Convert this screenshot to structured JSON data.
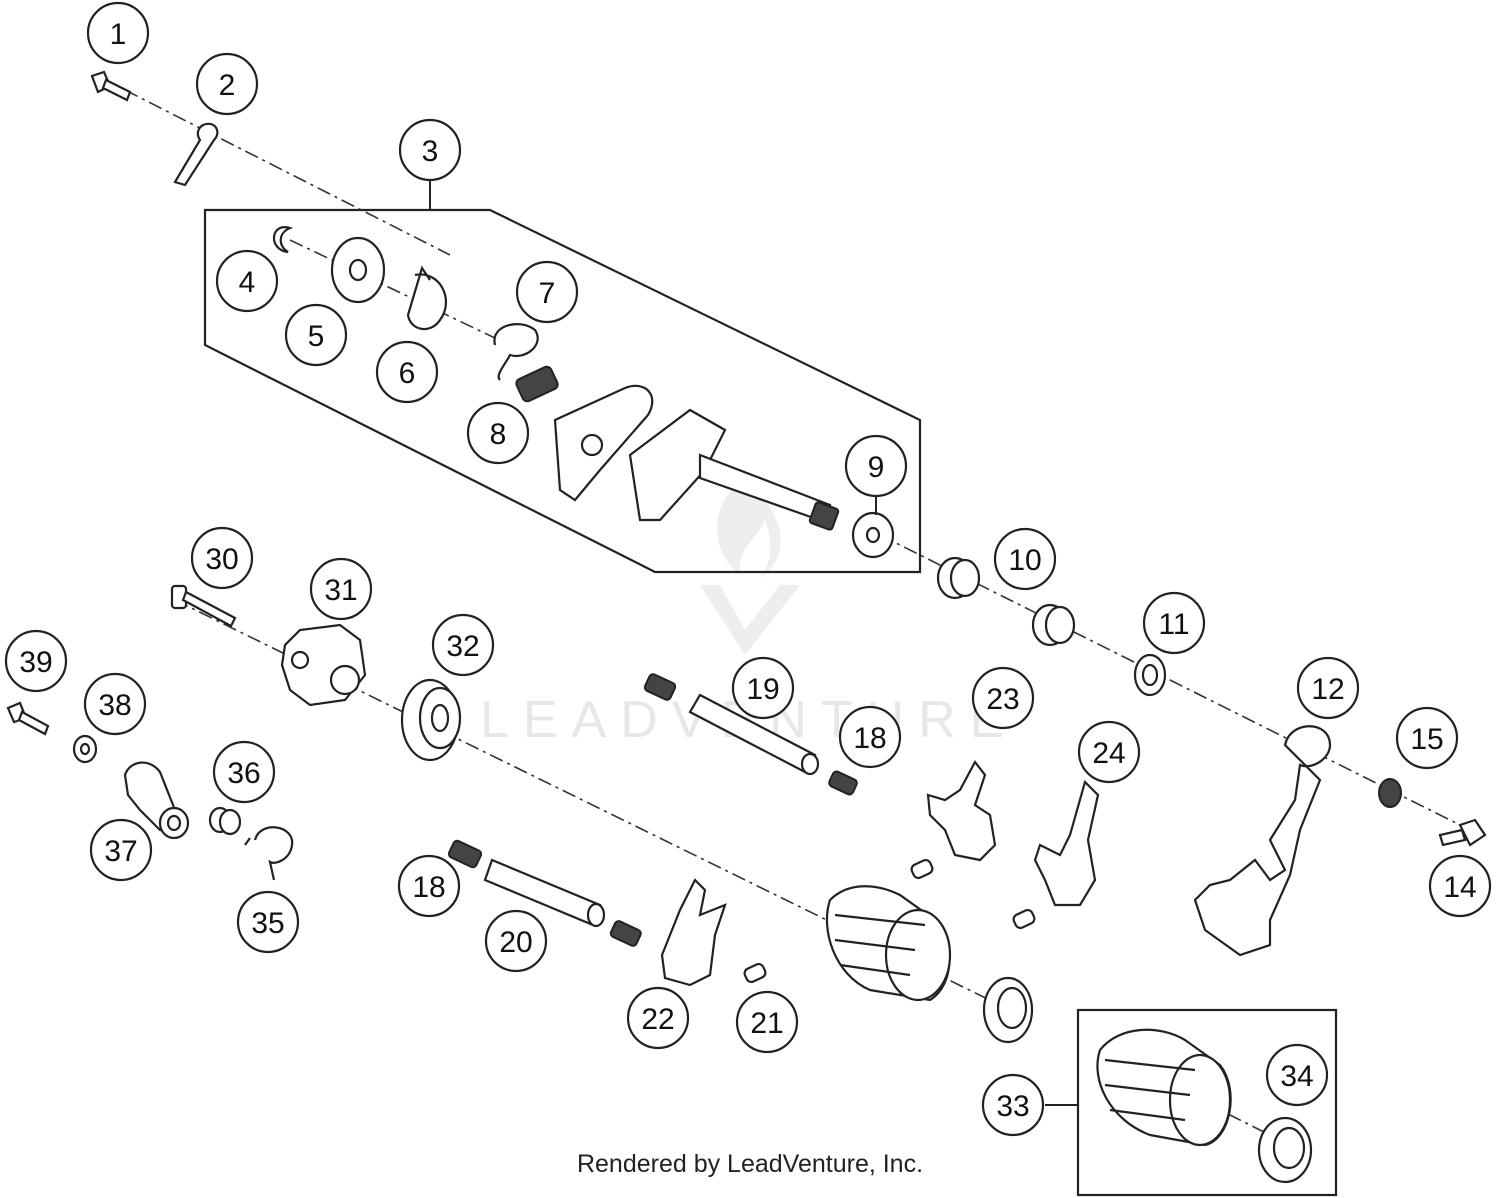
{
  "callouts": [
    {
      "label": "1"
    },
    {
      "label": "2"
    },
    {
      "label": "3"
    },
    {
      "label": "4"
    },
    {
      "label": "5"
    },
    {
      "label": "6"
    },
    {
      "label": "7"
    },
    {
      "label": "8"
    },
    {
      "label": "9"
    },
    {
      "label": "10"
    },
    {
      "label": "11"
    },
    {
      "label": "12"
    },
    {
      "label": "15"
    },
    {
      "label": "14"
    },
    {
      "label": "30"
    },
    {
      "label": "31"
    },
    {
      "label": "32"
    },
    {
      "label": "19"
    },
    {
      "label": "18"
    },
    {
      "label": "23"
    },
    {
      "label": "24"
    },
    {
      "label": "39"
    },
    {
      "label": "38"
    },
    {
      "label": "36"
    },
    {
      "label": "37"
    },
    {
      "label": "35"
    },
    {
      "label": "18"
    },
    {
      "label": "20"
    },
    {
      "label": "22"
    },
    {
      "label": "21"
    },
    {
      "label": "33"
    },
    {
      "label": "34"
    }
  ],
  "watermark": "LEADVENTURE",
  "credit": "Rendered by LeadVenture, Inc."
}
